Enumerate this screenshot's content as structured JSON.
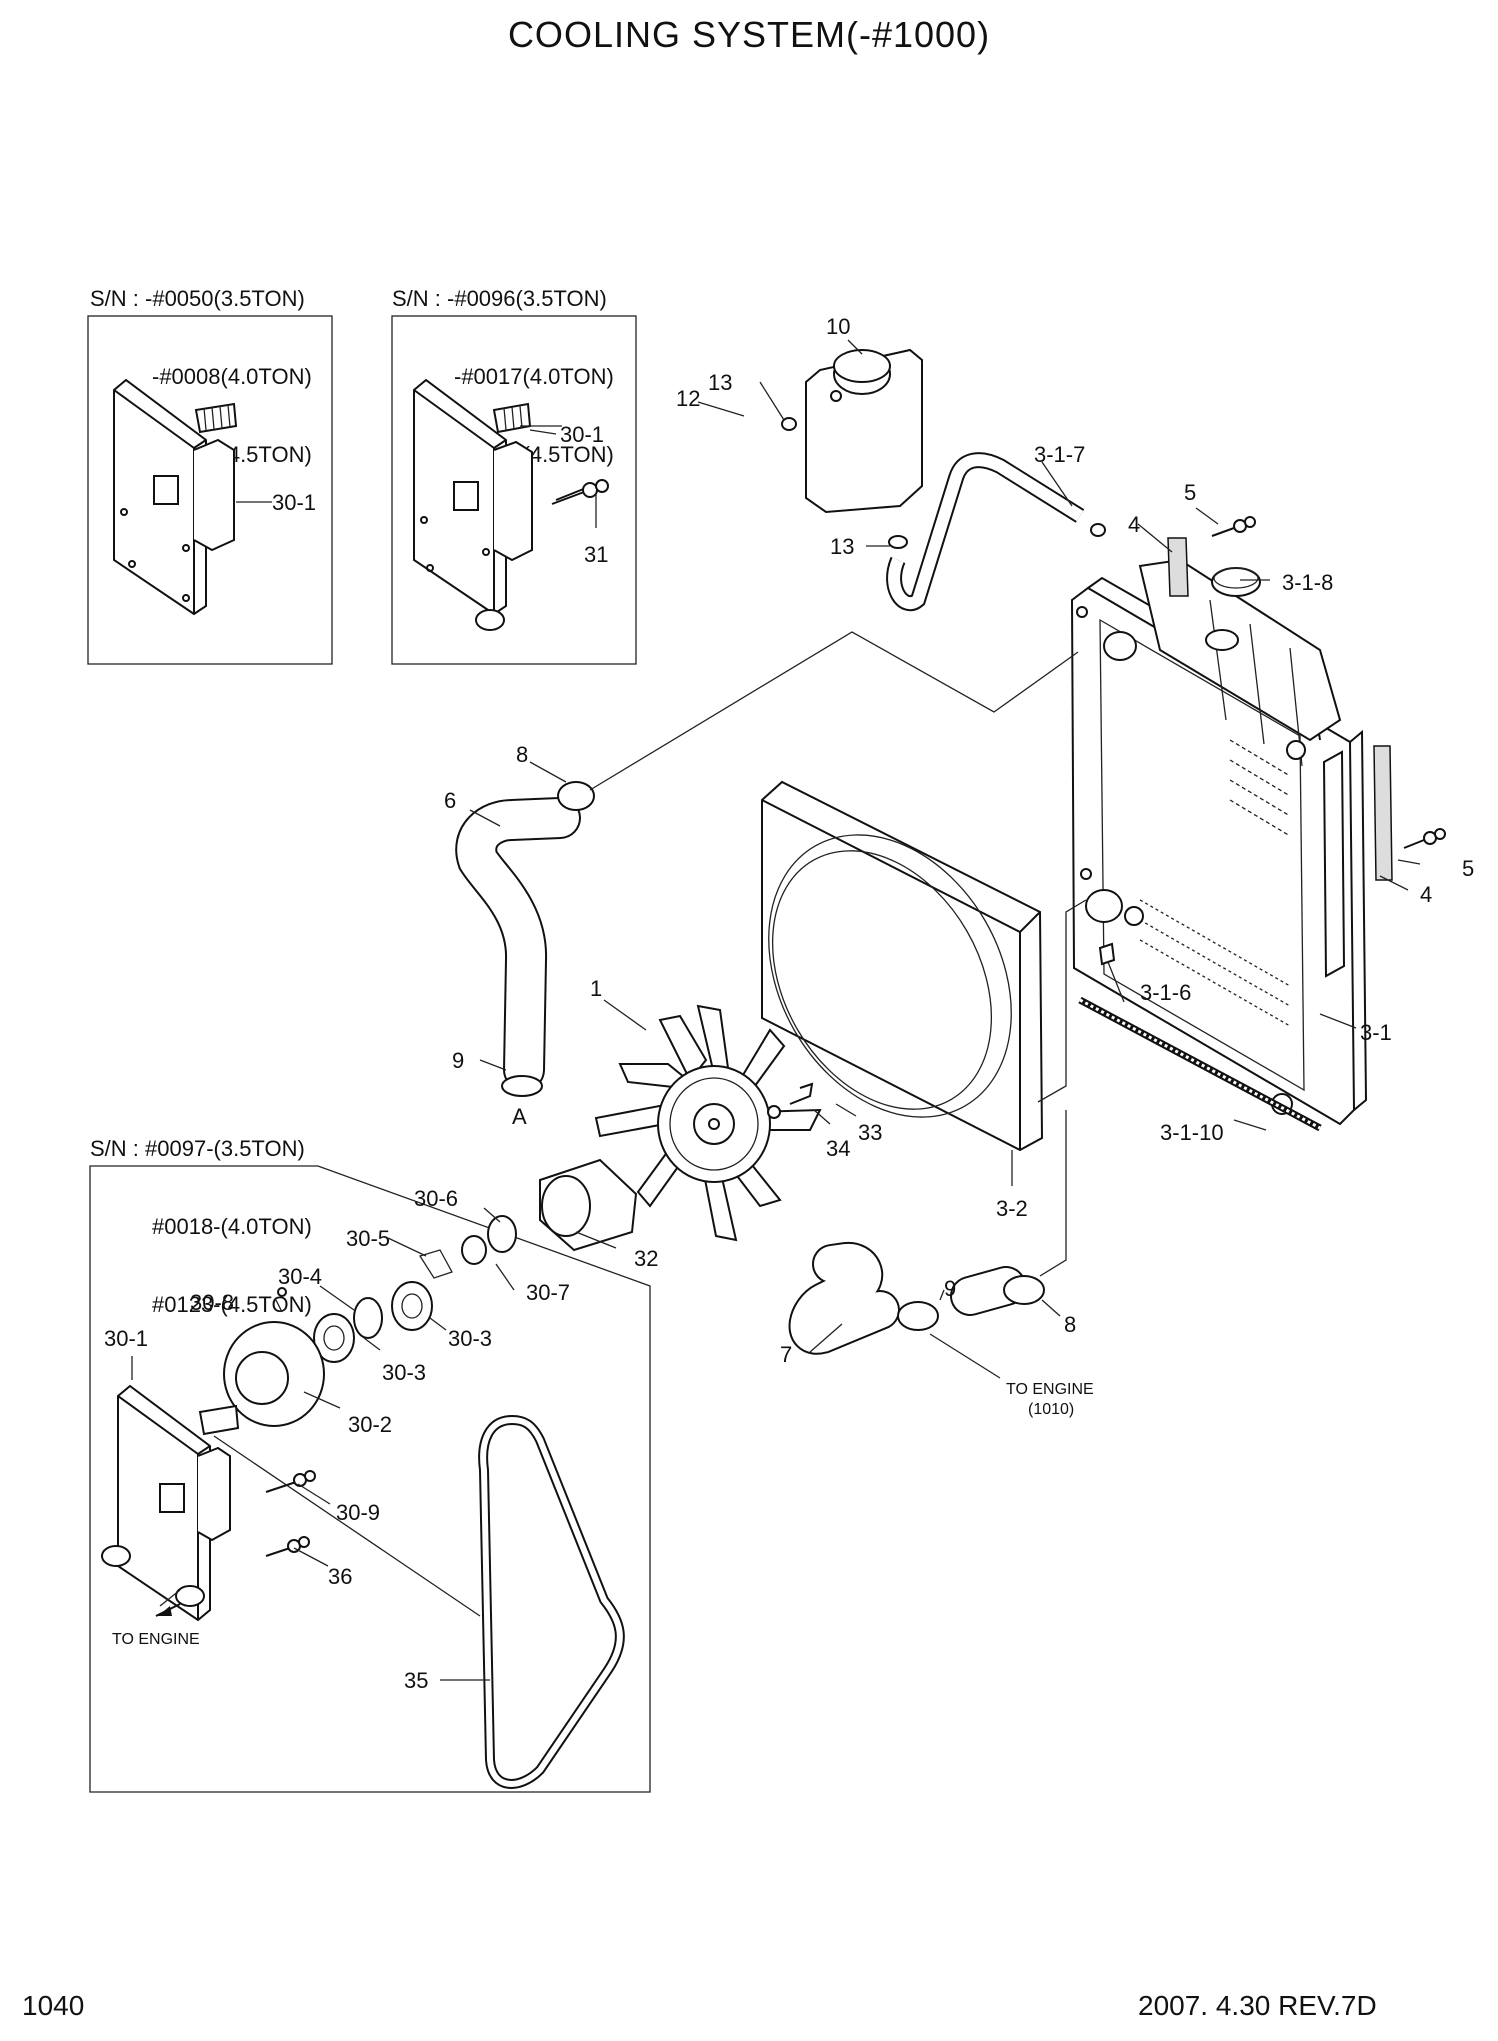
{
  "header": {
    "title": "COOLING SYSTEM(-#1000)"
  },
  "footer": {
    "page_number": "1040",
    "revision": "2007. 4.30 REV.7D"
  },
  "serial_notes": {
    "box1": [
      "S/N : -#0050(3.5TON)",
      "-#0008(4.0TON)",
      "-#0056(4.5TON)"
    ],
    "box2": [
      "S/N : -#0096(3.5TON)",
      "-#0017(4.0TON)",
      "-#0122(4.5TON)"
    ],
    "box3": [
      "S/N : #0097-(3.5TON)",
      "#0018-(4.0TON)",
      "#0123-(4.5TON)"
    ]
  },
  "callouts": {
    "c10": "10",
    "c13a": "13",
    "c12": "12",
    "c13b": "13",
    "c317": "3-1-7",
    "c5a": "5",
    "c4a": "4",
    "c318": "3-1-8",
    "c301a": "30-1",
    "c301b": "30-1",
    "c31": "31",
    "c8a": "8",
    "c6": "6",
    "c1": "1",
    "c9a": "9",
    "cA": "A",
    "c316": "3-1-6",
    "c5b": "5",
    "c4b": "4",
    "c31r": "3-1",
    "c33": "33",
    "c34": "34",
    "c3110": "3-1-10",
    "c32a": "3-2",
    "c306": "30-6",
    "c305": "30-5",
    "c304": "30-4",
    "c308": "30-8",
    "c307": "30-7",
    "c303a": "30-3",
    "c303b": "30-3",
    "c32": "32",
    "c301c": "30-1",
    "c302": "30-2",
    "c309": "30-9",
    "c36": "36",
    "c35": "35",
    "c9b": "9",
    "c8b": "8",
    "c7": "7"
  },
  "notes": {
    "to_engine_1010_a": "TO ENGINE",
    "to_engine_1010_b": "(1010)",
    "to_engine": "TO ENGINE"
  }
}
